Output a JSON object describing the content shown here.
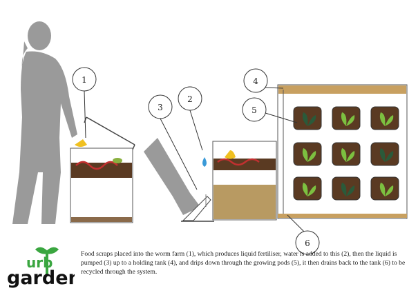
{
  "labels": [
    "1",
    "2",
    "3",
    "4",
    "5",
    "6"
  ],
  "caption": "Food scraps placed into the worm farm (1), which produces liquid fertiliser, water is added to this (2), then the liquid is pumped (3) up to a holding tank (4), and drips down through the growing pods (5), it then drains back to the tank (6) to be recycled through the system.",
  "logo": {
    "line1": "urb",
    "line2": "garden"
  },
  "colors": {
    "silhouette": "#9a9a9a",
    "soil": "#5a3a22",
    "liquid": "#b89a62",
    "plant": "#7cc040",
    "logo_green": "#3aa640",
    "logo_black": "#111111",
    "frame_top": "#c8a060",
    "water": "#3a9ad8"
  }
}
